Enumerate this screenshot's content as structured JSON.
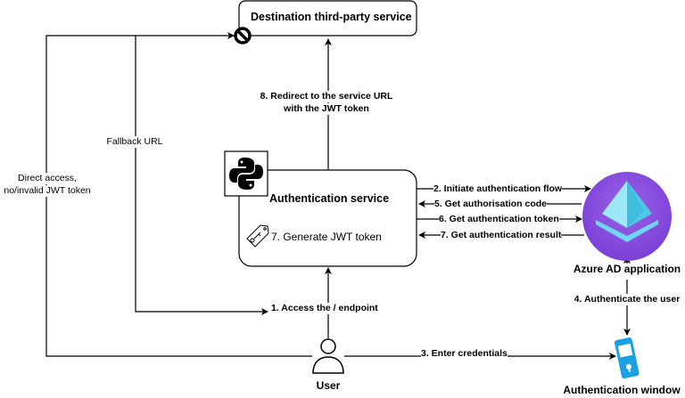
{
  "nodes": {
    "destination": {
      "label": "Destination third-party service"
    },
    "auth_service": {
      "label": "Authentication service",
      "step_label": "7. Generate JWT token"
    },
    "azure_ad": {
      "label": "Azure AD application"
    },
    "user": {
      "label": "User"
    },
    "auth_window": {
      "label": "Authentication window"
    }
  },
  "edges": {
    "access_endpoint": "1. Access the / endpoint",
    "initiate_flow": "2. Initiate authentication flow",
    "enter_credentials": "3. Enter credentials",
    "authenticate_user": "4. Authenticate the user",
    "get_auth_code": "5. Get authorisation code",
    "get_auth_token": "6. Get authentication token",
    "get_auth_result": "7. Get authentication result",
    "redirect": "8. Redirect to the service URL\nwith the JWT token",
    "redirect_line1": "8. Redirect to the service URL",
    "redirect_line2": "with the JWT token",
    "fallback": "Fallback URL",
    "direct_access_line1": "Direct access,",
    "direct_access_line2": "no/invalid JWT token"
  },
  "icons": {
    "python": "python-logo-icon",
    "key_tag": "key-tag-icon",
    "azure": "azure-ad-pyramid-icon",
    "user": "user-icon",
    "phone": "mobile-lock-icon",
    "blocked": "blocked-icon"
  },
  "colors": {
    "azure_purple": "#8A4FDF",
    "azure_cyan": "#5ED4F2",
    "phone_blue": "#1BA1E2"
  }
}
